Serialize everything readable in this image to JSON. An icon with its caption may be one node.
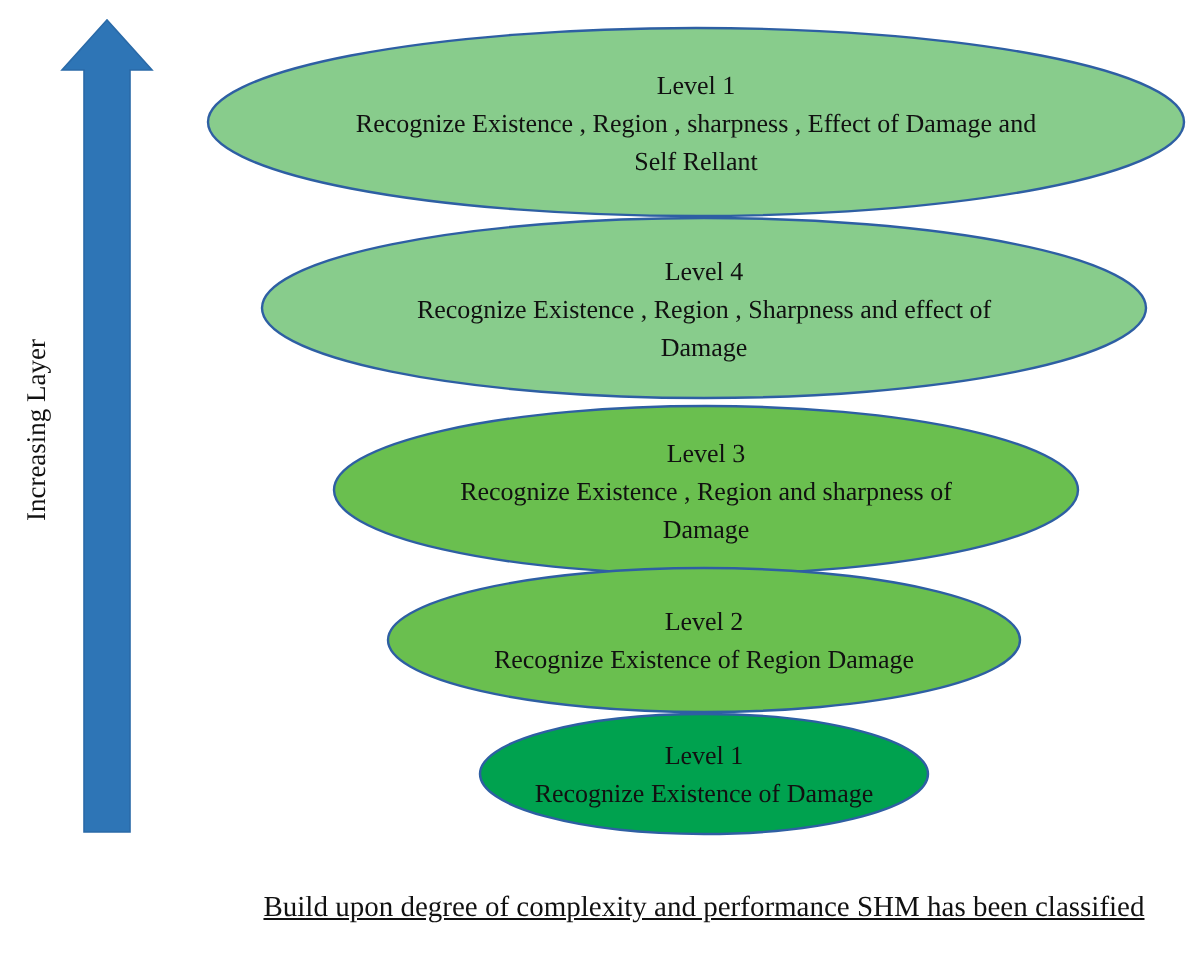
{
  "diagram": {
    "caption": "Build upon degree of complexity and performance SHM has been classified",
    "nodes": [
      {
        "text": [
          "Level 1",
          "Recognize Existence , Region , sharpness , Effect of Damage and Self Rellant"
        ]
      },
      {
        "text": [
          "Level 4",
          "Recognize Existence , Region , Sharpness and effect of Damage"
        ]
      },
      {
        "text": [
          "Level 3",
          "Recognize Existence , Region and sharpness of Damage"
        ]
      },
      {
        "text": [
          "Level 2",
          "Recognize Existence of Region Damage"
        ]
      },
      {
        "text": [
          "Level 1",
          "Recognize Existence of Damage"
        ]
      }
    ],
    "labels": [
      "Increasing Layer"
    ]
  }
}
